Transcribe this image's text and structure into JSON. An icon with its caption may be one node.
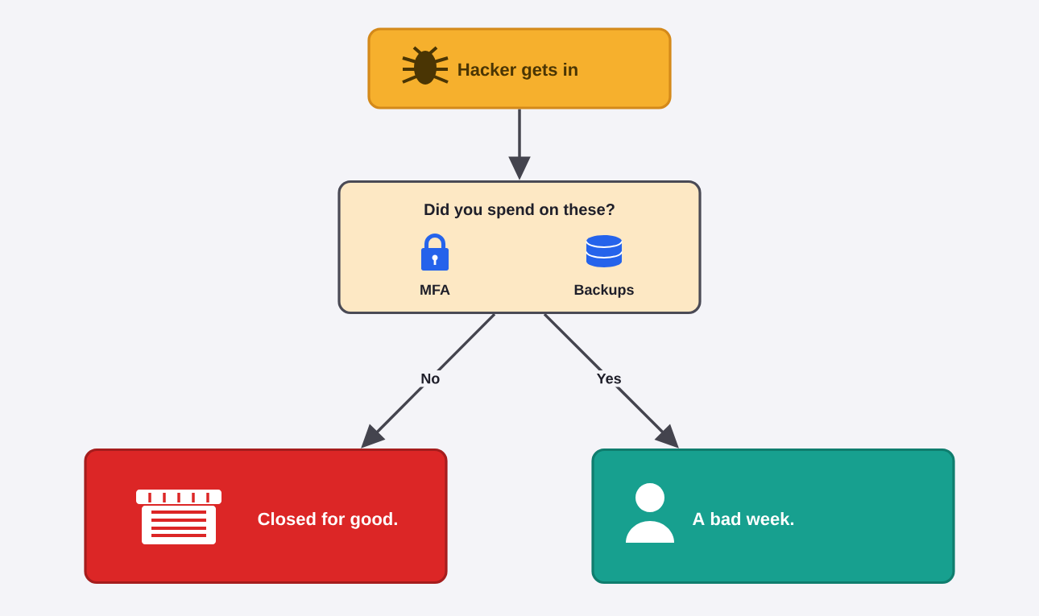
{
  "diagram": {
    "nodes": [
      {
        "text": [
          "Hacker gets in"
        ]
      },
      {
        "text": [
          "Did you spend on these?",
          "MFA",
          "Backups"
        ]
      },
      {
        "text": [
          "Closed for good."
        ]
      },
      {
        "text": [
          "A bad week."
        ]
      }
    ],
    "edges": [
      {
        "from": 0,
        "to": 1,
        "arrow": "to"
      },
      {
        "from": 1,
        "to": 2,
        "arrow": "to",
        "label": "No"
      },
      {
        "from": 1,
        "to": 3,
        "arrow": "to",
        "label": "Yes"
      }
    ]
  }
}
